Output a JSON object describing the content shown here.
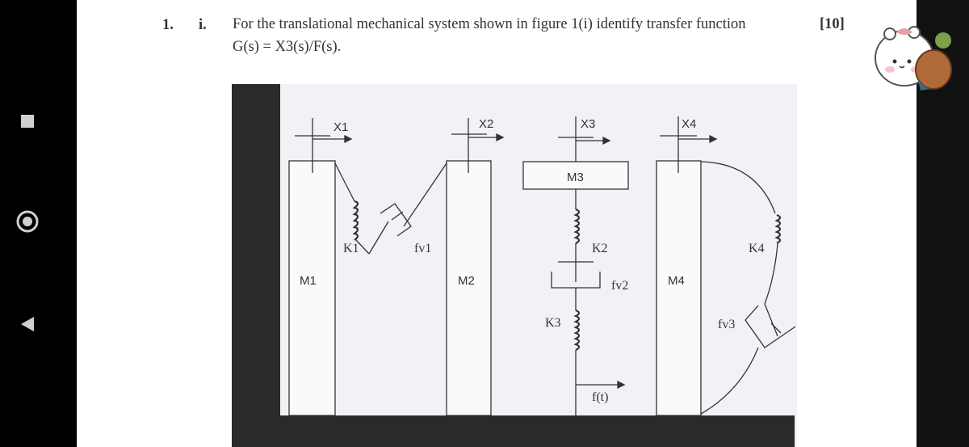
{
  "nav": {
    "recents_icon": "square-icon",
    "home_icon": "circle-icon",
    "back_icon": "triangle-back-icon"
  },
  "question": {
    "number": "1.",
    "part": "i.",
    "text_line1": "For the translational mechanical system shown in figure 1(i) identify transfer function",
    "marks": "[10]",
    "text_line2": "G(s) = X3(s)/F(s)."
  },
  "figure": {
    "masses": {
      "m1": "M1",
      "m2": "M2",
      "m3": "M3",
      "m4": "M4"
    },
    "displacements": {
      "x1": "X1",
      "x2": "X2",
      "x3": "X3",
      "x4": "X4"
    },
    "springs": {
      "k1": "K1",
      "k2": "K2",
      "k3": "K3",
      "k4": "K4"
    },
    "dampers": {
      "fv1": "fv1",
      "fv2": "fv2",
      "fv3": "fv3"
    },
    "force": "f(t)"
  },
  "sticker": {
    "icon": "cartoon-bear-sticker-icon"
  },
  "colors": {
    "page_bg": "#ffffff",
    "screen_bg": "#000000",
    "wall": "#2a2a2a",
    "figure_bg": "#f1f2f6"
  }
}
